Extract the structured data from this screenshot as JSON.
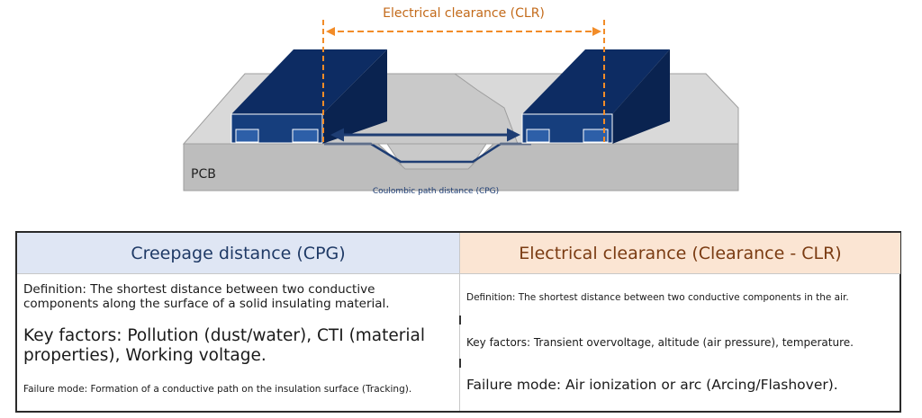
{
  "diagram": {
    "clr_label": "Electrical clearance (CLR)",
    "pcb_label": "PCB",
    "cpg_label": "Coulombic path distance (CPG)",
    "colors": {
      "component_top": "#0d2c63",
      "component_front": "#163e7d",
      "component_side": "#0a2350",
      "pcb_top": "#d9d9d9",
      "pcb_front": "#bdbdbd",
      "arrow_orange": "#f28c28",
      "arrow_blue": "#1e3d73"
    }
  },
  "table": {
    "creepage": {
      "header": "Creepage distance (CPG)",
      "definition": "Definition: The shortest distance between two conductive components along the surface of a solid insulating material.",
      "key_factors": "Key factors: Pollution (dust/water), CTI (material properties), Working voltage.",
      "failure_mode": "Failure mode: Formation of a conductive path on the insulation surface (Tracking)."
    },
    "clearance": {
      "header": "Electrical clearance (Clearance - CLR)",
      "definition": "Definition: The shortest distance between two conductive components in the air.",
      "key_factors": "Key factors: Transient overvoltage, altitude (air pressure), temperature.",
      "failure_mode": "Failure mode: Air ionization or arc (Arcing/Flashover)."
    }
  }
}
